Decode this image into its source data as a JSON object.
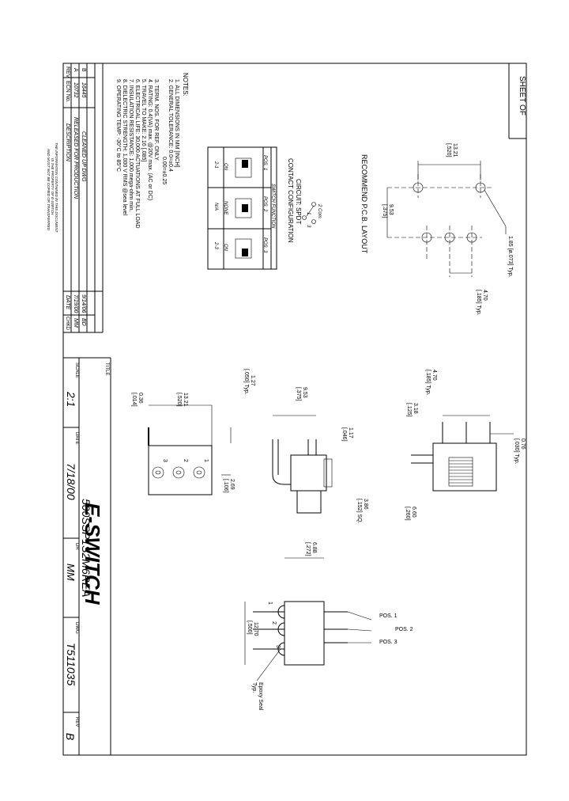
{
  "sheet_label": "SHEET OF",
  "notes": {
    "heading": "NOTES:",
    "lines": [
      "1. ALL DIMENSIONS IN MM [INCH]",
      "2. GENERAL TOLERANCE: 0.0=±0.4",
      "0.00=±0.25",
      "3. TERM. NOS. FOR REF. ONLY",
      "4. RATING: 0.4(VA) max. @20V max. (AC or DC)",
      "5. TRAVEL TO MAKE: 2.16 [.085]",
      "6. ELECTRICAL LIFE: 30,000 ACTUATIONS AT FULL LOAD",
      "7. INSULATION RESISTANCE: 1,000 mega-ohm min.",
      "8. DIELECTRIC STRENGTH: 1,000 V RMS @sea level",
      "9. OPERATING TEMP: -30°C to 85°C"
    ]
  },
  "revisions": {
    "headers": {
      "rev": "REV",
      "ecn": "ECN No.",
      "desc": "DESCRIPTION",
      "date": "DATE",
      "chkd": "CHKD"
    },
    "rows": [
      {
        "rev": "B",
        "ecn": "16445",
        "desc": "CLEANED UP DWG",
        "date": "9/14/06",
        "chkd": "BD"
      },
      {
        "rev": "A",
        "ecn": "10732",
        "desc": "RELEASED FOR PRODUCTION",
        "date": "7/19/00",
        "chkd": "MM"
      }
    ],
    "disclaimer": [
      "THE INFORMATION CONTAINED IN THIS DOCUMENT",
      "IS THE PROPERTY OF E-SWITCH",
      "AND MUST NOT BE COPIED OR TRANSFERRED"
    ]
  },
  "circuit": {
    "title": "CIRCUIT: SPDT",
    "com_label": "2 Com.",
    "pin1": "1",
    "pin3": "3"
  },
  "contact": {
    "title": "CONTACT CONFIGURATION",
    "header": "SWITCH FUNCTION",
    "columns": [
      "POS. 1",
      "POS. 2",
      "POS. 3"
    ],
    "func": [
      "ON",
      "NONE",
      "ON"
    ],
    "terms": [
      "2-1",
      "N/A",
      "2-3"
    ]
  },
  "pcb": {
    "title": "RECOMMEND P.C.B. LAYOUT",
    "dim_hole": "1.85 [ø.073] Typ.",
    "dim_1321": "13.21",
    "dim_1321_in": "[.520]",
    "dim_953": "9.53",
    "dim_953_in": "[.375]",
    "dim_470": "4.70",
    "dim_470_in": "[.185] Typ."
  },
  "side_view": {
    "dim_470": "4.70",
    "dim_470_in": "[.185] Typ.",
    "dim_318": "3.18",
    "dim_318_in": "[.125]",
    "dim_076": "0.76",
    "dim_076_in": "[.030] Typ.",
    "dim_660": "6.60",
    "dim_660_in": "[.260]"
  },
  "front_view": {
    "dim_127": "1.27",
    "dim_127_in": "[.050] Typ.",
    "dim_953": "9.53",
    "dim_953_in": "[.375]",
    "dim_117": "1.17",
    "dim_117_in": "[.046]",
    "dim_386": "3.86",
    "dim_386_in": "[.152] SQ."
  },
  "end_view": {
    "dim_1321": "13.21",
    "dim_1321_in": "[.520]",
    "dim_036": "0.36",
    "dim_036_in": "[.014]",
    "dim_269": "2.69",
    "dim_269_in": "[.106]",
    "pins": [
      "3",
      "2",
      "1"
    ]
  },
  "pos_view": {
    "dim_688": "6.88",
    "dim_688_in": "[.272]",
    "dim_1270": "12.70",
    "dim_1270_in": "[.500]",
    "pos1": "POS. 1",
    "pos2": "POS. 2",
    "pos3": "POS. 3",
    "epoxy": "Epoxy Seal",
    "epoxy2": "Typ.",
    "pins": [
      "1",
      "2",
      "3"
    ]
  },
  "title_block": {
    "title_label": "TITLE",
    "scale_label": "SCALE",
    "scale": "2:1",
    "date_label": "DATE",
    "date": "7/18/00",
    "logo": "E-SWITCH",
    "part": "500SSP1S2M6REA",
    "dr_label": "DR",
    "dr": "MM",
    "dwg_label": "DWG",
    "dwg": "T511035",
    "rev_label": "REV",
    "rev": "B"
  }
}
